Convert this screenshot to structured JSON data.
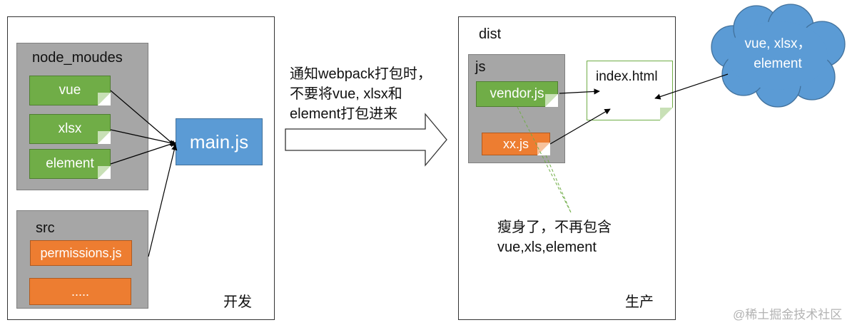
{
  "dev": {
    "node_modules_label": "node_moudes",
    "modules": [
      "vue",
      "xlsx",
      "element"
    ],
    "src_label": "src",
    "src_files": [
      "permissions.js",
      "....."
    ],
    "main_label": "main.js",
    "panel_label": "开发"
  },
  "arrow": {
    "lines": [
      "通知webpack打包时，",
      "不要将vue, xlsx和",
      "element打包进来"
    ]
  },
  "prod": {
    "dist_label": "dist",
    "js_label": "js",
    "vendor_label": "vendor.js",
    "xx_label": "xx.js",
    "index_label": "index.html",
    "note_lines": [
      "瘦身了，不再包含",
      "vue,xls,element"
    ],
    "panel_label": "生产"
  },
  "cloud": {
    "lines": [
      "vue, xlsx，",
      "element"
    ]
  },
  "watermark": "@稀土掘金技术社区",
  "colors": {
    "green": "#70ad47",
    "orange": "#ed7d31",
    "blue": "#5b9bd5",
    "grey": "#a6a6a6"
  }
}
